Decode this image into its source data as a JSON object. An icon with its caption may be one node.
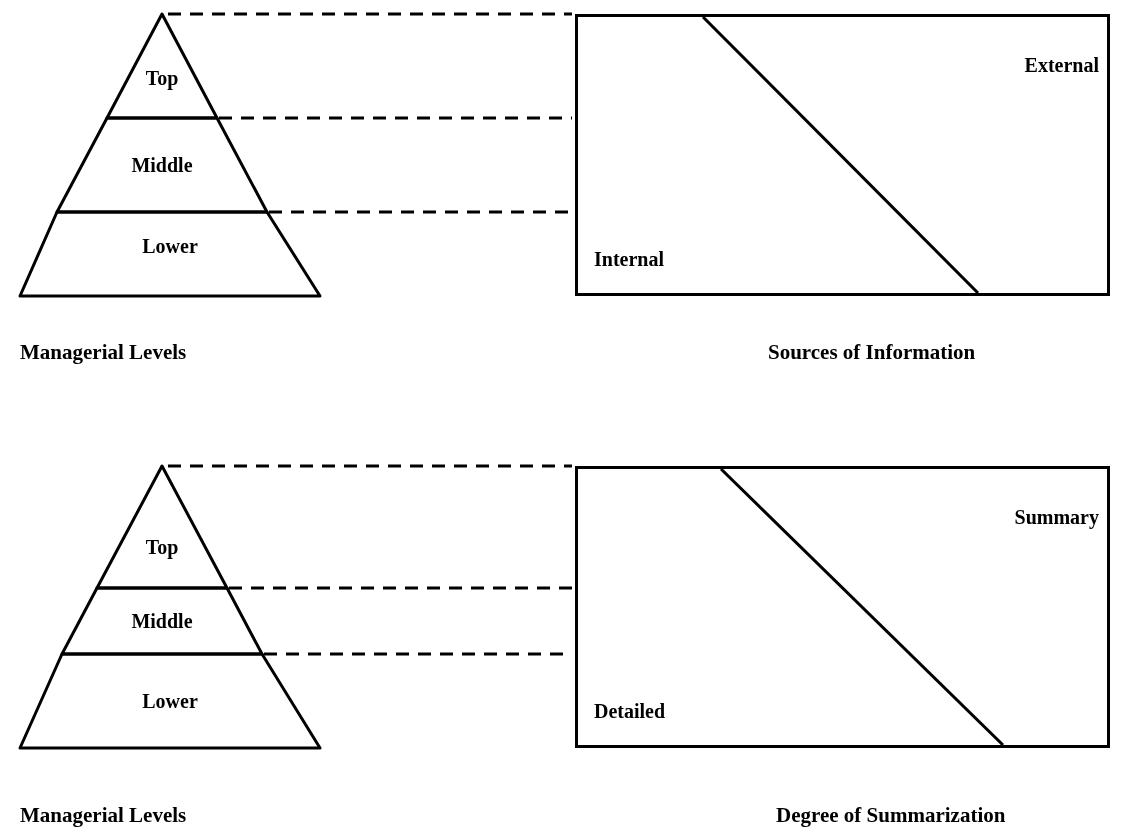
{
  "diagram": {
    "nodes": [
      {
        "text": [
          "Top"
        ]
      },
      {
        "text": [
          "Middle"
        ]
      },
      {
        "text": [
          "Lower"
        ]
      },
      {
        "text": [
          "External",
          "Internal"
        ]
      },
      {
        "text": [
          "Top"
        ]
      },
      {
        "text": [
          "Middle"
        ]
      },
      {
        "text": [
          "Lower"
        ]
      },
      {
        "text": [
          "Summary",
          "Detailed"
        ]
      }
    ],
    "edges": [
      {
        "from": 0,
        "to": 3,
        "arrow": "none",
        "style": "dashed"
      },
      {
        "from": 0,
        "to": 3,
        "arrow": "none",
        "style": "dashed"
      },
      {
        "from": 1,
        "to": 3,
        "arrow": "none",
        "style": "dashed"
      },
      {
        "from": 4,
        "to": 7,
        "arrow": "none",
        "style": "dashed"
      },
      {
        "from": 4,
        "to": 7,
        "arrow": "none",
        "style": "dashed"
      },
      {
        "from": 5,
        "to": 7,
        "arrow": "none",
        "style": "dashed"
      }
    ],
    "labels": [
      "Managerial Levels",
      "Sources of Information",
      "Managerial Levels",
      "Degree of Summarization"
    ]
  }
}
